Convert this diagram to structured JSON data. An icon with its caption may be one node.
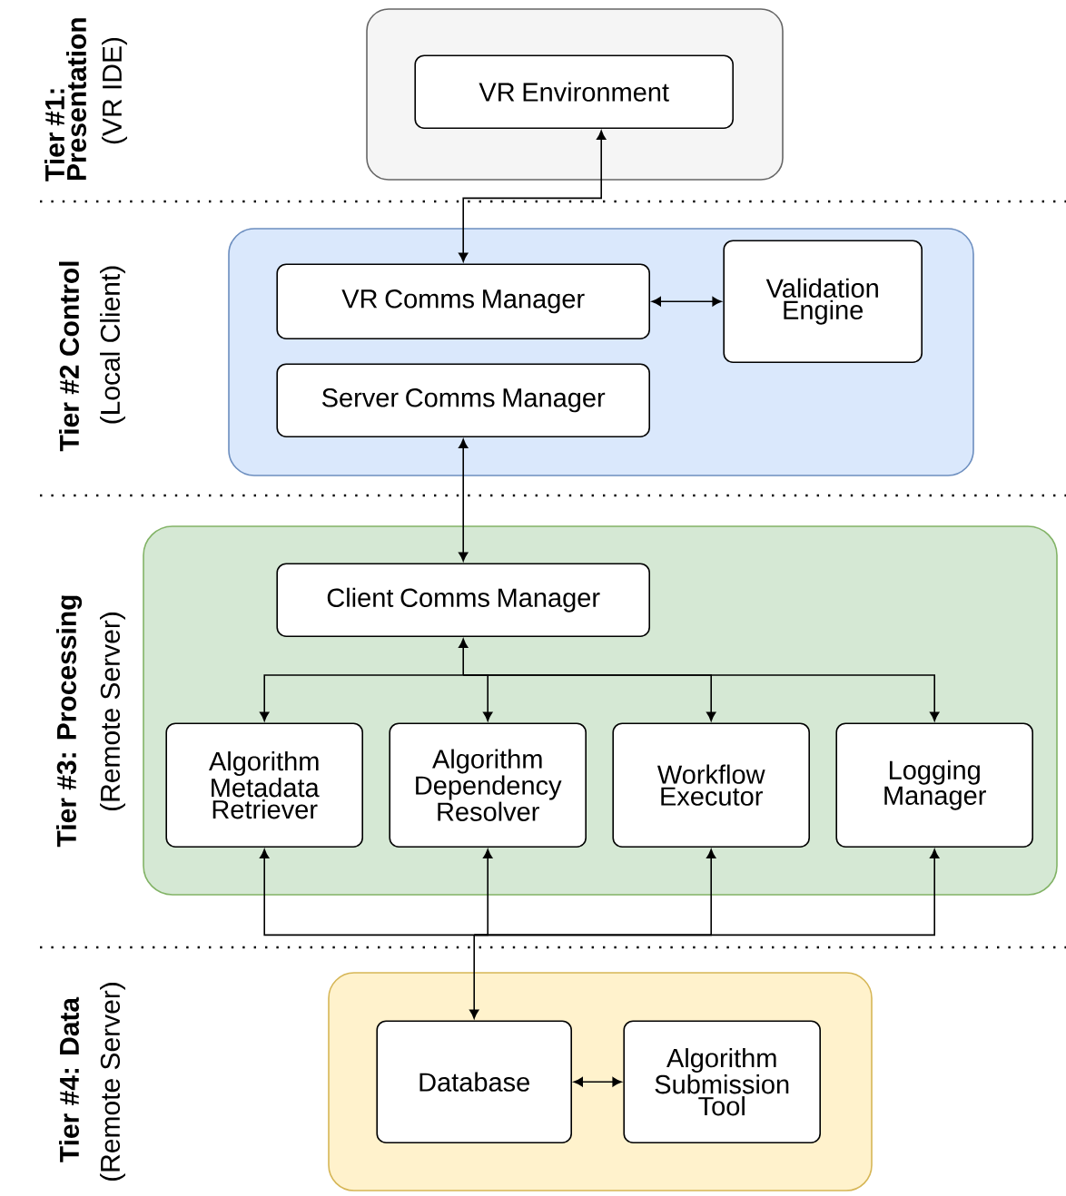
{
  "diagram": {
    "nodes": [
      {
        "text": [],
        "shape": "box"
      },
      {
        "text": [
          "VR Environment"
        ],
        "in": 0
      },
      {
        "text": [],
        "shape": "box"
      },
      {
        "text": [
          "VR Comms Manager"
        ],
        "in": 2
      },
      {
        "text": [
          "Validation Engine"
        ],
        "in": 2
      },
      {
        "text": [
          "Server Comms Manager"
        ],
        "in": 2
      },
      {
        "text": [],
        "shape": "box"
      },
      {
        "text": [
          "Client Comms Manager"
        ],
        "in": 6
      },
      {
        "text": [
          "Algorithm Metadata Retriever"
        ],
        "in": 6
      },
      {
        "text": [
          "Algorithm Dependency Resolver"
        ],
        "in": 6
      },
      {
        "text": [
          "Workflow Executor"
        ],
        "in": 6
      },
      {
        "text": [
          "Logging Manager"
        ],
        "in": 6
      },
      {
        "text": [],
        "shape": "box"
      },
      {
        "text": [
          "Database"
        ],
        "in": 12
      },
      {
        "text": [
          "Algorithm Submission Tool"
        ],
        "in": 12
      }
    ],
    "edges": [
      {
        "from": 3,
        "to": 1,
        "arrow": "both"
      },
      {
        "from": 3,
        "to": 4,
        "arrow": "both"
      },
      {
        "from": 5,
        "to": 7,
        "arrow": "both"
      },
      {
        "from": 7,
        "to": 8,
        "arrow": "both"
      },
      {
        "from": 7,
        "to": 9,
        "arrow": "both"
      },
      {
        "from": 7,
        "to": 10,
        "arrow": "both"
      },
      {
        "from": 7,
        "to": 11,
        "arrow": "both"
      },
      {
        "from": 13,
        "to": 8,
        "arrow": "both"
      },
      {
        "from": 13,
        "to": 9,
        "arrow": "both"
      },
      {
        "from": 13,
        "to": 10,
        "arrow": "both"
      },
      {
        "from": 13,
        "to": 11,
        "arrow": "both"
      },
      {
        "from": 13,
        "to": 14,
        "arrow": "both"
      }
    ],
    "labels": [
      "Tier #1: Presentation",
      "(VR IDE)",
      "Tier #2 Control",
      "(Local Client)",
      "Tier #3: Processing",
      "(Remote Server)",
      "Tier #4: Data",
      "(Remote Server)"
    ]
  }
}
